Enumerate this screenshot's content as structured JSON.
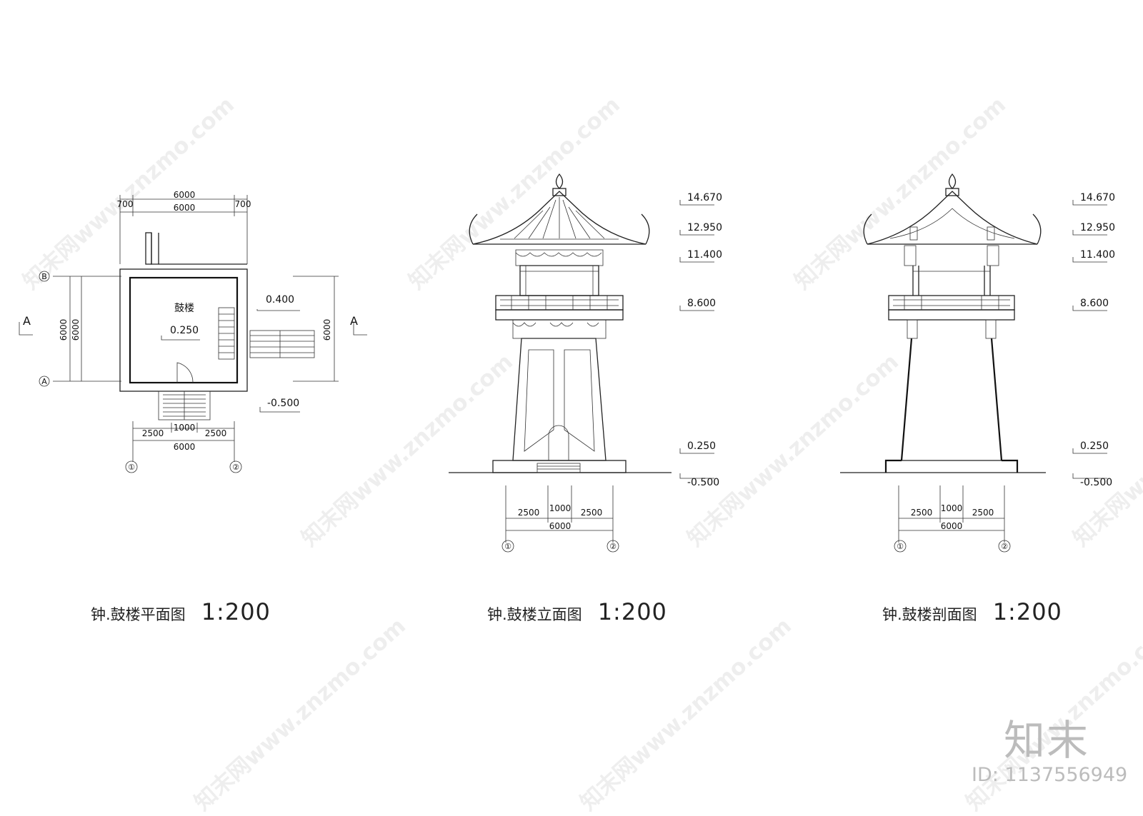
{
  "plan": {
    "top_dims": [
      "700",
      "6000",
      "700",
      "6000"
    ],
    "room_label": "鼓楼",
    "levels": [
      "0.250",
      "0.400",
      "-0.500"
    ],
    "left_dims": [
      "6000",
      "6000"
    ],
    "right_dim": "6000",
    "bottom_dims": [
      "2500",
      "1000",
      "2500",
      "6000"
    ],
    "axes": [
      "B",
      "A",
      "①",
      "②"
    ],
    "section_mark": "A",
    "title": "钟.鼓楼平面图",
    "scale": "1:200"
  },
  "elevation": {
    "levels": [
      "14.670",
      "12.950",
      "11.400",
      "8.600",
      "0.250",
      "-0.500"
    ],
    "dims": [
      "2500",
      "1000",
      "2500",
      "6000"
    ],
    "axes": [
      "①",
      "②"
    ],
    "title": "钟.鼓楼立面图",
    "scale": "1:200"
  },
  "section": {
    "levels": [
      "14.670",
      "12.950",
      "11.400",
      "8.600",
      "0.250",
      "-0.500"
    ],
    "dims": [
      "2500",
      "1000",
      "2500",
      "6000"
    ],
    "axes": [
      "①",
      "②"
    ],
    "title": "钟.鼓楼剖面图",
    "scale": "1:200"
  },
  "branding": {
    "logo_text": "知末",
    "id_text": "ID: 1137556949",
    "watermark": "知末网www.znzmo.com"
  }
}
